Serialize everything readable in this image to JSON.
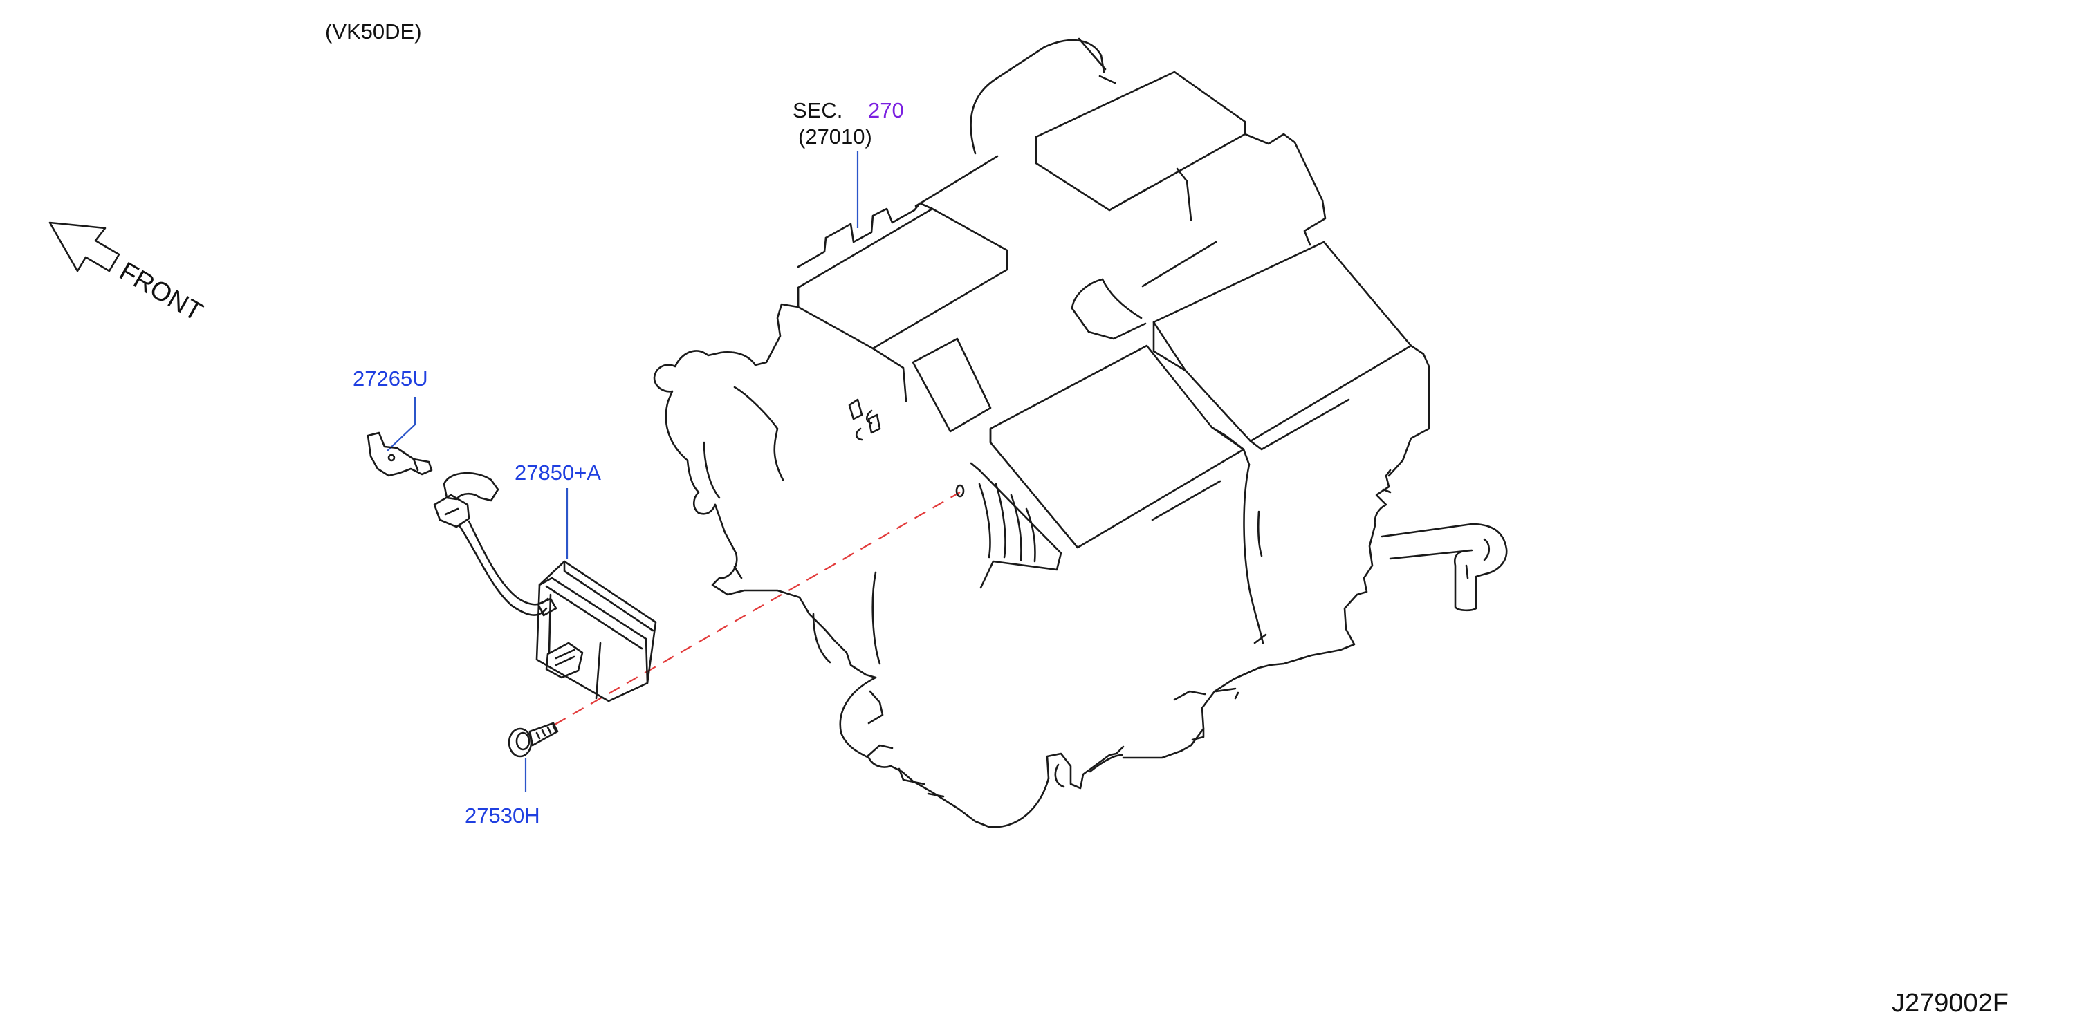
{
  "diagram": {
    "engine_code": "(VK50DE)",
    "front_label": "FRONT",
    "section": {
      "prefix": "SEC.",
      "number": "270",
      "sub_ref": "(27010)"
    },
    "callouts": [
      {
        "id": "bracket",
        "part_number": "27265U"
      },
      {
        "id": "sensor",
        "part_number": "27850+A"
      },
      {
        "id": "screw",
        "part_number": "27530H"
      }
    ],
    "diagram_id": "J279002F",
    "colors": {
      "line": "#1a1a1a",
      "part_number": "#1f3fe0",
      "section_link": "#7a1fe0",
      "leader": "#2b55c9",
      "mounting_path": "#e23a3a"
    }
  }
}
